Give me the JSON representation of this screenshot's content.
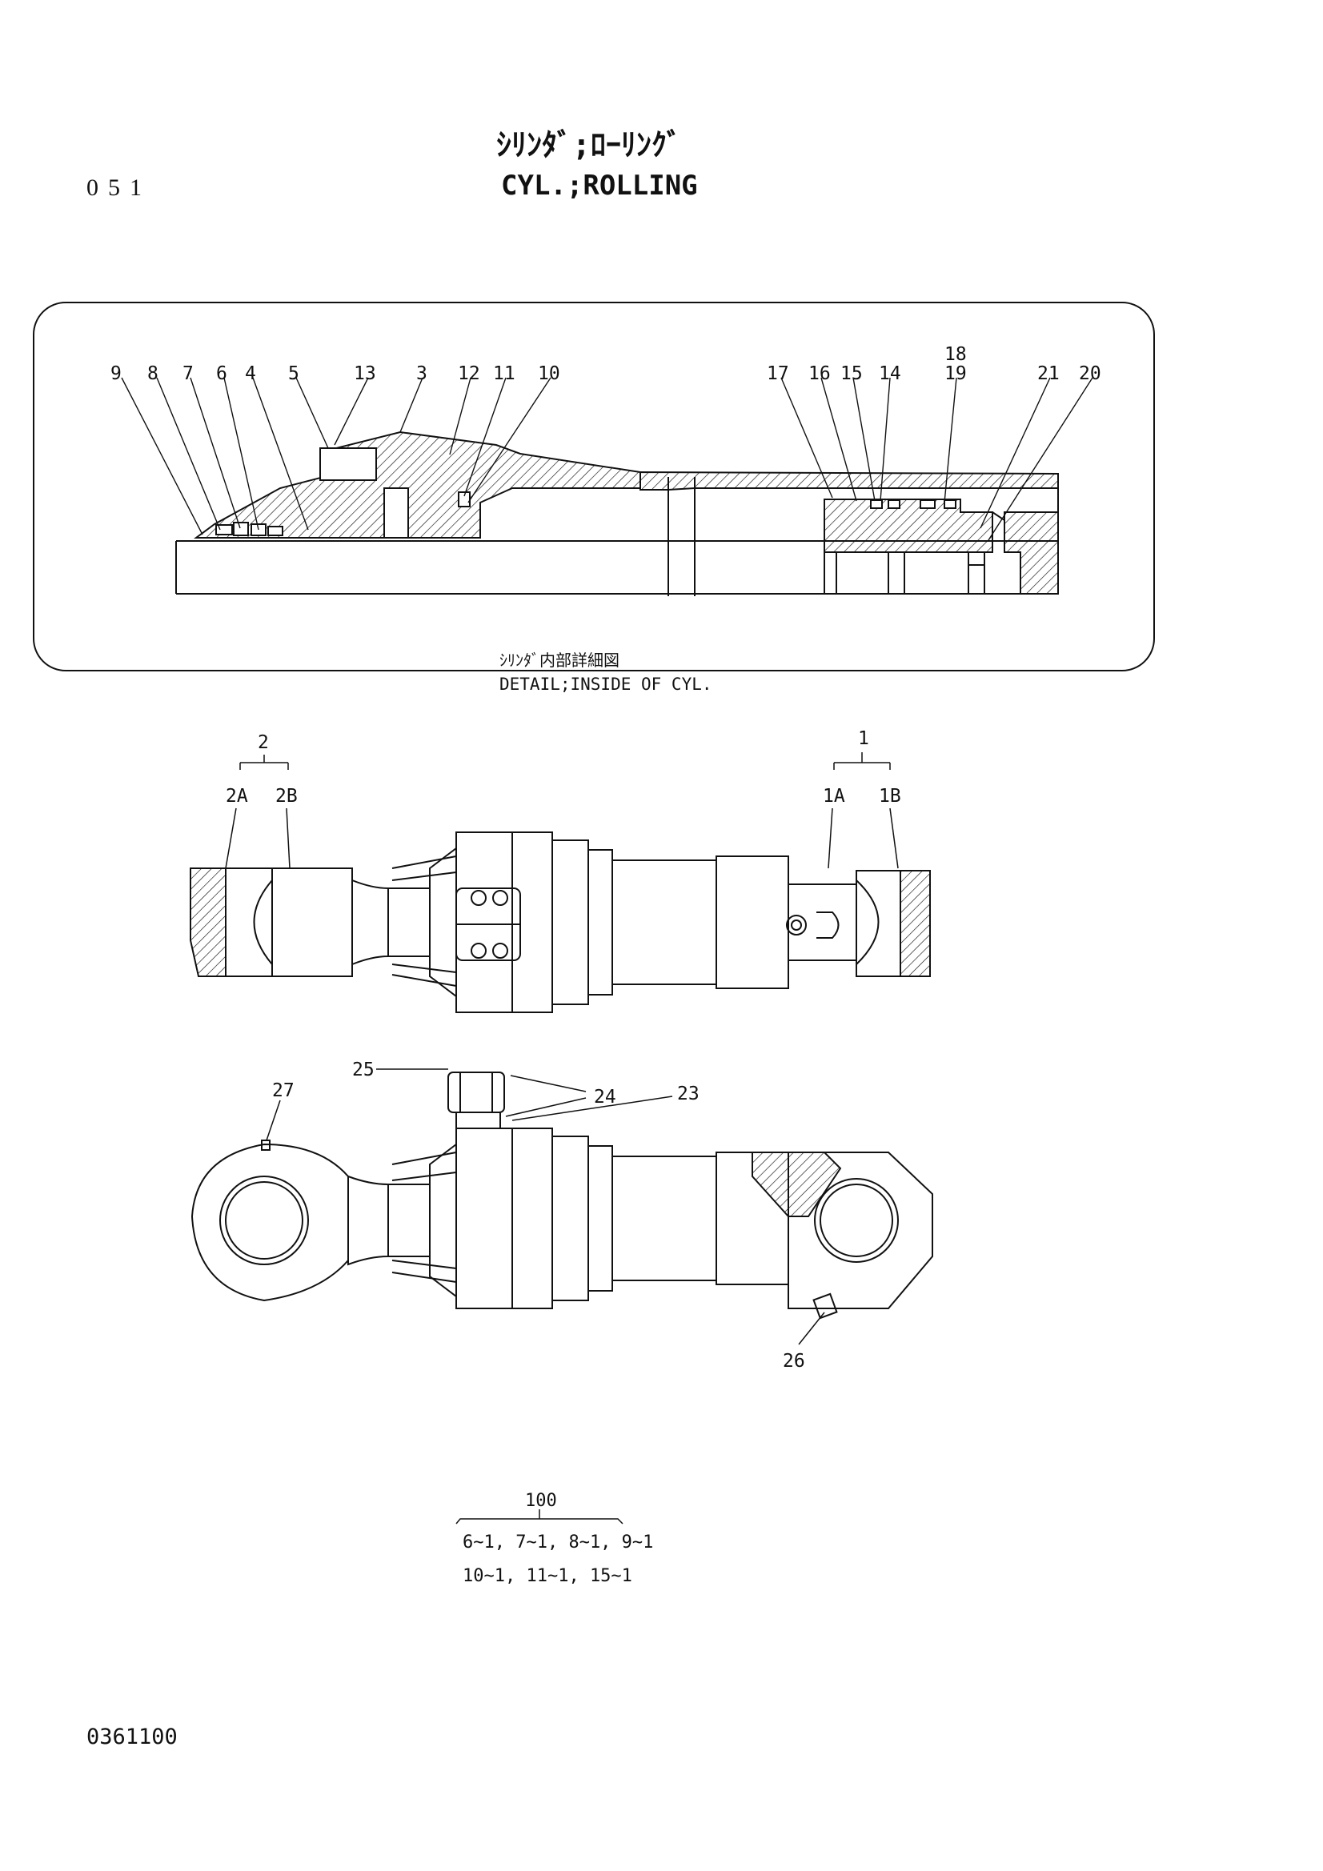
{
  "header": {
    "page_code": "051",
    "title_jp": "ｼﾘﾝﾀﾞ;ﾛｰﾘﾝｸﾞ",
    "title_en": "CYL.;ROLLING"
  },
  "detail": {
    "caption_jp": "ｼﾘﾝﾀﾞ内部詳細図",
    "caption_en": "DETAIL;INSIDE OF CYL."
  },
  "callouts": {
    "c9": "9",
    "c8": "8",
    "c7": "7",
    "c6": "6",
    "c4": "4",
    "c5": "5",
    "c13": "13",
    "c3": "3",
    "c12": "12",
    "c11": "11",
    "c10": "10",
    "c17": "17",
    "c16": "16",
    "c15": "15",
    "c14": "14",
    "c18": "18",
    "c19": "19",
    "c21": "21",
    "c20": "20",
    "c2": "2",
    "c2A": "2A",
    "c2B": "2B",
    "c1": "1",
    "c1A": "1A",
    "c1B": "1B",
    "c25": "25",
    "c24": "24",
    "c23": "23",
    "c27": "27",
    "c26": "26"
  },
  "kit": {
    "number": "100",
    "line1": "6~1, 7~1, 8~1, 9~1",
    "line2": "10~1, 11~1, 15~1"
  },
  "footer": {
    "code": "0361100"
  },
  "colors": {
    "ink": "#111111",
    "paper": "#ffffff"
  }
}
